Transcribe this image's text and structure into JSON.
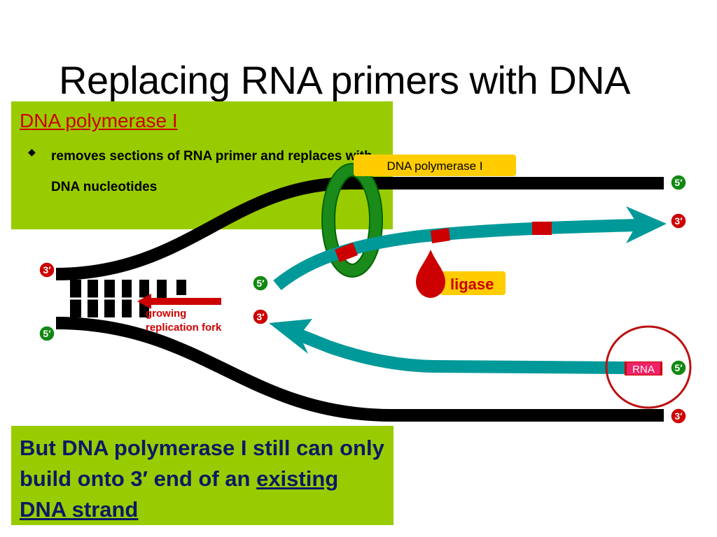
{
  "slide": {
    "title": "Replacing RNA primers with DNA"
  },
  "top_box": {
    "heading": "DNA polymerase I",
    "bullet": "removes sections of RNA primer and replaces with DNA nucleotides",
    "bullet_icon": "diamond-bullet-icon"
  },
  "bottom_box": {
    "text_before": "But DNA polymerase I still can only build onto 3′ end of an ",
    "text_underlined": "existing DNA strand"
  },
  "diagram": {
    "enzyme_label": "DNA polymerase I",
    "ligase_label": "ligase",
    "fork_label_line1": "growing",
    "fork_label_line2": "replication fork",
    "rna_label": "RNA",
    "end_labels": {
      "left_top": "3′",
      "left_bottom": "5′",
      "top_strand_right": "5′",
      "leading_strand_right": "3′",
      "leading_strand_left": "5′",
      "lagging_strand_left": "3′",
      "lagging_strand_right": "5′",
      "bottom_strand_right": "3′"
    },
    "colors": {
      "green_box": "#99cc00",
      "dna_black": "#000000",
      "new_strand_teal": "#009999",
      "rna_red": "#cc0000",
      "label_yellow": "#ffcc00",
      "polymerase_ring": "#1a8a1a",
      "end_label_red": "#cc0000",
      "end_label_green": "#118811"
    }
  }
}
